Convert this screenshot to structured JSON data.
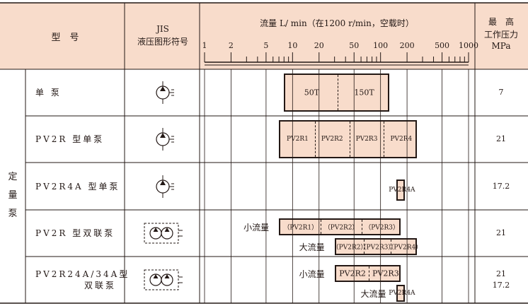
{
  "header": {
    "model": "型　号",
    "jis_line1": "JIS",
    "jis_line2": "液压图形符号",
    "flow_title": "流量  L/ min（在1200 r/min，空载时）",
    "scale_labels": [
      "1",
      "2",
      "5",
      "10",
      "20",
      "50",
      "100",
      "200",
      "500",
      "1000"
    ],
    "pressure_line1": "最　高",
    "pressure_line2": "工作压力",
    "pressure_line3": "MPa"
  },
  "category": "定\n量\n泵",
  "rows": [
    {
      "name": "单 泵",
      "pressure": "7",
      "bars": [
        {
          "segments": [
            "50T",
            "150T"
          ],
          "from": 8,
          "to": 125
        }
      ]
    },
    {
      "name": "PV2R 型单泵",
      "pressure": "21",
      "bars": [
        {
          "segments": [
            "PV2R1",
            "PV2R2",
            "PV2R3",
            "PV2R4"
          ],
          "from": 7,
          "to": 260
        }
      ]
    },
    {
      "name": "PV2R4A 型单泵",
      "pressure": "17.2",
      "bars": [
        {
          "segments": [
            "PV2R4A"
          ],
          "from": 150,
          "to": 190
        }
      ]
    },
    {
      "name": "PV2R 型双联泵",
      "pressure": "21",
      "bars": [
        {
          "label": "小流量",
          "segments": [
            "（PV2R1）",
            "（PV2R2）",
            "（PV2R3）"
          ],
          "from": 7,
          "to": 170
        },
        {
          "label": "大流量",
          "segments": [
            "（PV2R2）",
            "（PV2R3）",
            "（PV2R4）"
          ],
          "from": 30,
          "to": 260
        }
      ]
    },
    {
      "name": "PV2R24A/34A型\n双联泵",
      "pressure": "21\n17.2",
      "bars": [
        {
          "label": "小流量",
          "segments": [
            "PV2R2",
            "PV2R3"
          ],
          "from": 30,
          "to": 170
        },
        {
          "label": "大流量",
          "segments": [
            "PV2R4A"
          ],
          "from": 150,
          "to": 190
        }
      ]
    }
  ],
  "colors": {
    "bar_fill": "#f8dccb",
    "header_fill": "#f8dccb",
    "line": "#231815"
  },
  "icons": [
    "pump-symbol-icon",
    "double-pump-symbol-icon"
  ]
}
